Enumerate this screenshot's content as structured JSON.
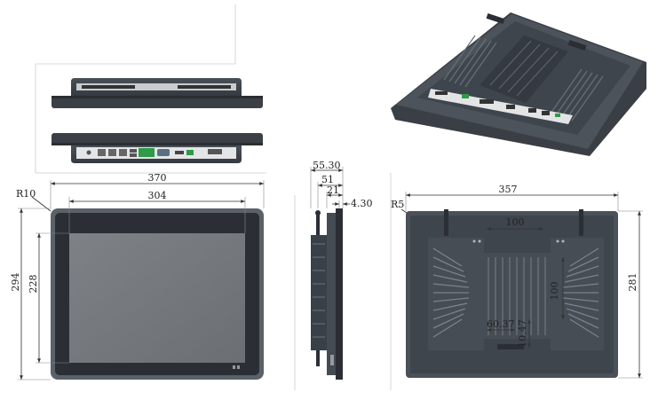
{
  "front_view": {
    "corner_radius_label": "R10",
    "overall_width": "370",
    "screen_width": "304",
    "overall_height": "294",
    "screen_height": "228"
  },
  "side_view": {
    "total_depth": "55.30",
    "body_depth": "51",
    "bezel_depth": "21",
    "front_thickness": "4.30"
  },
  "rear_view": {
    "corner_radius_label": "R5",
    "overall_width": "357",
    "overall_height": "281",
    "mount_spacing_h": "100",
    "mount_spacing_v": "100",
    "offset_h": "60.37",
    "offset_v": "10.47"
  },
  "colors": {
    "housing": "#3f454d",
    "bezel": "#2b2f35",
    "screen": "#75797d",
    "fins": "#5c636c",
    "fin_light": "#8a9099",
    "terminal": "#2e9b49"
  }
}
